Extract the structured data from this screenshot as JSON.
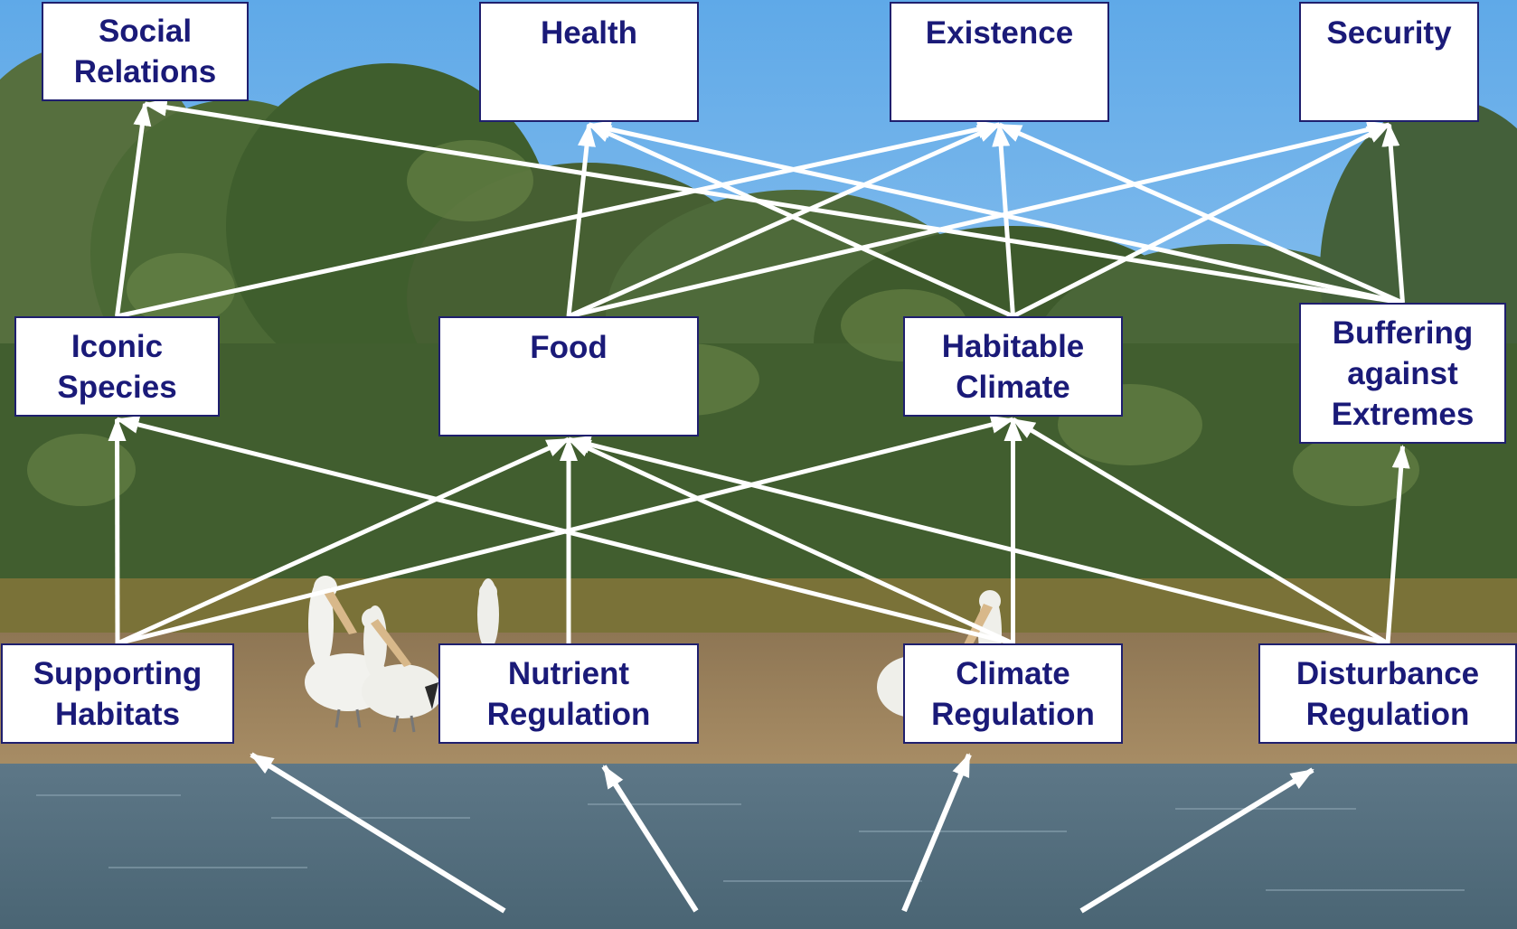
{
  "nodes": {
    "social_relations": [
      "Social",
      "Relations"
    ],
    "health": [
      "Health"
    ],
    "existence": [
      "Existence"
    ],
    "security": [
      "Security"
    ],
    "iconic_species": [
      "Iconic",
      "Species"
    ],
    "food": [
      "Food"
    ],
    "habitable_climate": [
      "Habitable",
      "Climate"
    ],
    "buffering_against_extremes": [
      "Buffering",
      "against",
      "Extremes"
    ],
    "supporting_habitats": [
      "Supporting",
      "Habitats"
    ],
    "nutrient_regulation": [
      "Nutrient",
      "Regulation"
    ],
    "climate_regulation": [
      "Climate",
      "Regulation"
    ],
    "disturbance_regulation": [
      "Disturbance",
      "Regulation"
    ]
  },
  "edges": [
    [
      "iconic_species",
      "social_relations"
    ],
    [
      "iconic_species",
      "existence"
    ],
    [
      "food",
      "health"
    ],
    [
      "food",
      "existence"
    ],
    [
      "food",
      "security"
    ],
    [
      "habitable_climate",
      "health"
    ],
    [
      "habitable_climate",
      "existence"
    ],
    [
      "habitable_climate",
      "security"
    ],
    [
      "buffering_against_extremes",
      "social_relations"
    ],
    [
      "buffering_against_extremes",
      "health"
    ],
    [
      "buffering_against_extremes",
      "existence"
    ],
    [
      "buffering_against_extremes",
      "security"
    ],
    [
      "supporting_habitats",
      "iconic_species"
    ],
    [
      "supporting_habitats",
      "food"
    ],
    [
      "supporting_habitats",
      "habitable_climate"
    ],
    [
      "nutrient_regulation",
      "food"
    ],
    [
      "climate_regulation",
      "iconic_species"
    ],
    [
      "climate_regulation",
      "food"
    ],
    [
      "climate_regulation",
      "habitable_climate"
    ],
    [
      "disturbance_regulation",
      "food"
    ],
    [
      "disturbance_regulation",
      "habitable_climate"
    ],
    [
      "disturbance_regulation",
      "buffering_against_extremes"
    ]
  ],
  "colors": {
    "box_text": "#1a1a78",
    "box_border": "#1f1f6e",
    "arrow": "#ffffff"
  }
}
